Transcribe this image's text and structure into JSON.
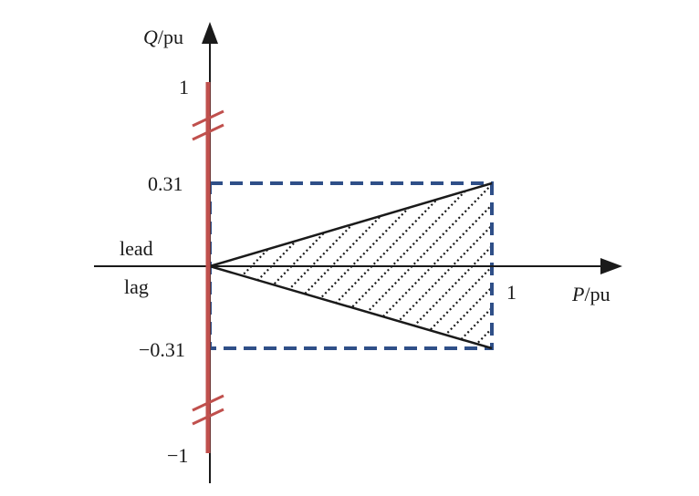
{
  "chart_data": {
    "type": "diagram",
    "axes": {
      "x_name": "P",
      "x_unit": "/pu",
      "y_name": "Q",
      "y_unit": "/pu"
    },
    "ticks": {
      "y_top": "1",
      "y_upper": "0.31",
      "y_lower": "−0.31",
      "y_bottom": "−1",
      "x_right": "1"
    },
    "side_labels": {
      "upper": "lead",
      "lower": "lag"
    },
    "regions": {
      "red_line_q_range": [
        -1,
        1
      ],
      "dashed_box": {
        "p_range": [
          0,
          1
        ],
        "q_range": [
          -0.31,
          0.31
        ]
      },
      "hatched_triangle": {
        "vertices": [
          [
            0,
            0
          ],
          [
            1,
            0.31
          ],
          [
            1,
            -0.31
          ]
        ]
      }
    },
    "colors": {
      "axis": "#1a1a1a",
      "red_line": "#c0504d",
      "dashed_box": "#2f4f88",
      "triangle": "#1a1a1a"
    }
  }
}
